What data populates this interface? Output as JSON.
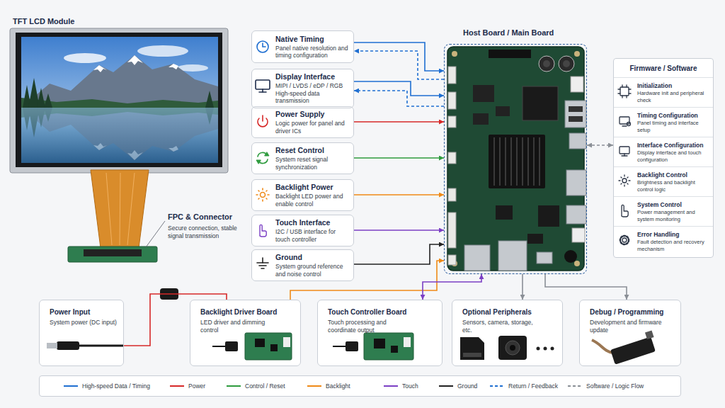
{
  "diagram": {
    "nodes": [
      {
        "text": [
          "Native Timing",
          "Panel native resolution and timing configuration"
        ]
      },
      {
        "text": [
          "Display Interface",
          "MIPI / LVDS / eDP / RGB High-speed data transmission"
        ]
      },
      {
        "text": [
          "Power Supply",
          "Logic power for panel and driver ICs"
        ]
      },
      {
        "text": [
          "Reset Control",
          "System reset signal synchronization"
        ]
      },
      {
        "text": [
          "Backlight Power",
          "Backlight LED power and enable control"
        ]
      },
      {
        "text": [
          "Touch Interface",
          "I2C / USB interface for touch controller"
        ]
      },
      {
        "text": [
          "Ground",
          "System ground reference and noise control"
        ]
      },
      {
        "text": [
          "Host Board / Main Board"
        ]
      },
      {
        "text": [
          "Firmware / Software"
        ]
      },
      {
        "text": [
          "Initialization",
          "Hardware init and peripheral check"
        ],
        "in": 8
      },
      {
        "text": [
          "Timing Configuration",
          "Panel timing and interface setup"
        ],
        "in": 8
      },
      {
        "text": [
          "Interface Configuration",
          "Display interface and touch configuration"
        ],
        "in": 8
      },
      {
        "text": [
          "Backlight Control",
          "Brightness and backlight control logic"
        ],
        "in": 8
      },
      {
        "text": [
          "System Control",
          "Power management and system monitoring"
        ],
        "in": 8
      },
      {
        "text": [
          "Error Handling",
          "Fault detection and recovery mechanism"
        ],
        "in": 8
      },
      {
        "text": [
          "Power Input",
          "System power (DC input)"
        ]
      },
      {
        "text": [
          "Backlight Driver Board",
          "LED driver and dimming control"
        ]
      },
      {
        "text": [
          "Touch Controller Board",
          "Touch processing and coordinate output"
        ]
      },
      {
        "text": [
          "Optional Peripherals",
          "Sensors, camera, storage, etc."
        ]
      },
      {
        "text": [
          "Debug / Programming",
          "Development and firmware update"
        ]
      }
    ],
    "edges": [
      {
        "from": 0,
        "to": 7,
        "arrow": "to"
      },
      {
        "from": 7,
        "to": 0,
        "arrow": "to"
      },
      {
        "from": 1,
        "to": 7,
        "arrow": "to"
      },
      {
        "from": 7,
        "to": 1,
        "arrow": "to"
      },
      {
        "from": 2,
        "to": 7,
        "arrow": "to"
      },
      {
        "from": 3,
        "to": 7,
        "arrow": "to"
      },
      {
        "from": 4,
        "to": 7,
        "arrow": "to"
      },
      {
        "from": 5,
        "to": 7,
        "arrow": "to"
      },
      {
        "from": 6,
        "to": 7,
        "arrow": "to"
      },
      {
        "from": 7,
        "to": 8,
        "arrow": "both"
      },
      {
        "from": 15,
        "to": 16,
        "arrow": "none"
      },
      {
        "from": 16,
        "to": 7,
        "arrow": "to"
      },
      {
        "from": 7,
        "to": 17,
        "arrow": "both"
      },
      {
        "from": 7,
        "to": 18,
        "arrow": "to"
      },
      {
        "from": 7,
        "to": 19,
        "arrow": "to"
      }
    ],
    "labels": [
      "TFT LCD Module",
      "FPC & Connector",
      "Secure connection, stable signal transmission"
    ],
    "legend": [
      {
        "text": "High-speed Data / Timing"
      },
      {
        "text": "Power"
      },
      {
        "text": "Control / Reset"
      },
      {
        "text": "Backlight"
      },
      {
        "text": "Touch"
      },
      {
        "text": "Ground"
      },
      {
        "text": "Return / Feedback"
      },
      {
        "text": "Software / Logic Flow"
      }
    ]
  }
}
